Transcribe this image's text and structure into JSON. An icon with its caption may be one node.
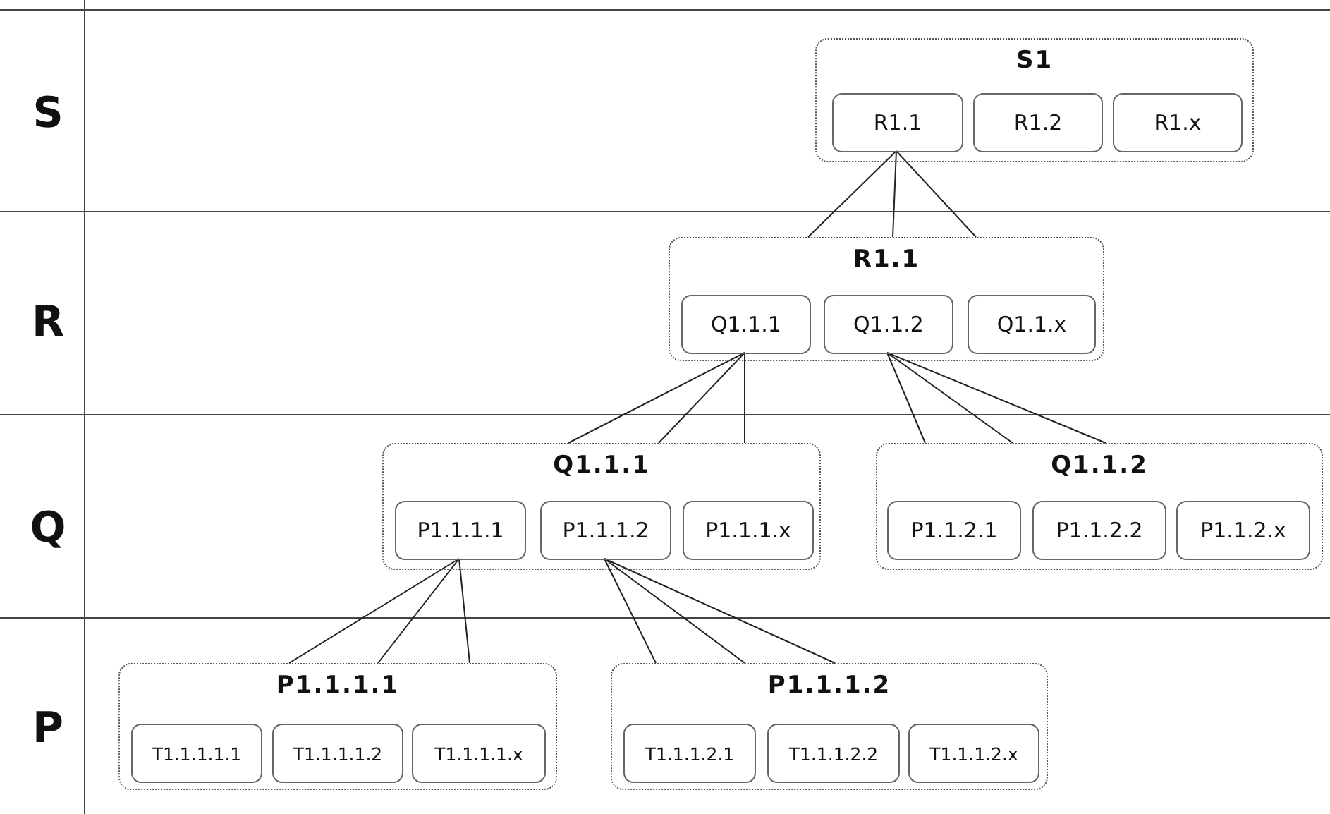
{
  "diagram": {
    "nodes": [
      {
        "text": [
          "S1"
        ]
      },
      {
        "text": [
          "R1.1"
        ],
        "in": 0
      },
      {
        "text": [
          "R1.2"
        ],
        "in": 0
      },
      {
        "text": [
          "R1.x"
        ],
        "in": 0
      },
      {
        "text": [
          "R1.1"
        ]
      },
      {
        "text": [
          "Q1.1.1"
        ],
        "in": 4
      },
      {
        "text": [
          "Q1.1.2"
        ],
        "in": 4
      },
      {
        "text": [
          "Q1.1.x"
        ],
        "in": 4
      },
      {
        "text": [
          "Q1.1.1"
        ]
      },
      {
        "text": [
          "P1.1.1.1"
        ],
        "in": 8
      },
      {
        "text": [
          "P1.1.1.2"
        ],
        "in": 8
      },
      {
        "text": [
          "P1.1.1.x"
        ],
        "in": 8
      },
      {
        "text": [
          "Q1.1.2"
        ]
      },
      {
        "text": [
          "P1.1.2.1"
        ],
        "in": 12
      },
      {
        "text": [
          "P1.1.2.2"
        ],
        "in": 12
      },
      {
        "text": [
          "P1.1.2.x"
        ],
        "in": 12
      },
      {
        "text": [
          "P1.1.1.1"
        ]
      },
      {
        "text": [
          "T1.1.1.1.1"
        ],
        "in": 16
      },
      {
        "text": [
          "T1.1.1.1.2"
        ],
        "in": 16
      },
      {
        "text": [
          "T1.1.1.1.x"
        ],
        "in": 16
      },
      {
        "text": [
          "P1.1.1.2"
        ]
      },
      {
        "text": [
          "T1.1.1.2.1"
        ],
        "in": 20
      },
      {
        "text": [
          "T1.1.1.2.2"
        ],
        "in": 20
      },
      {
        "text": [
          "T1.1.1.2.x"
        ],
        "in": 20
      }
    ],
    "edges": [
      {
        "from": 1,
        "to": 4,
        "arrow": "none"
      },
      {
        "from": 1,
        "to": 4,
        "arrow": "none"
      },
      {
        "from": 1,
        "to": 4,
        "arrow": "none"
      },
      {
        "from": 5,
        "to": 8,
        "arrow": "none"
      },
      {
        "from": 5,
        "to": 8,
        "arrow": "none"
      },
      {
        "from": 5,
        "to": 8,
        "arrow": "none"
      },
      {
        "from": 6,
        "to": 12,
        "arrow": "none"
      },
      {
        "from": 6,
        "to": 12,
        "arrow": "none"
      },
      {
        "from": 6,
        "to": 12,
        "arrow": "none"
      },
      {
        "from": 9,
        "to": 16,
        "arrow": "none"
      },
      {
        "from": 9,
        "to": 16,
        "arrow": "none"
      },
      {
        "from": 9,
        "to": 16,
        "arrow": "none"
      },
      {
        "from": 10,
        "to": 20,
        "arrow": "none"
      },
      {
        "from": 10,
        "to": 20,
        "arrow": "none"
      },
      {
        "from": 10,
        "to": 20,
        "arrow": "none"
      }
    ],
    "labels": [
      "S",
      "R",
      "Q",
      "P"
    ]
  }
}
